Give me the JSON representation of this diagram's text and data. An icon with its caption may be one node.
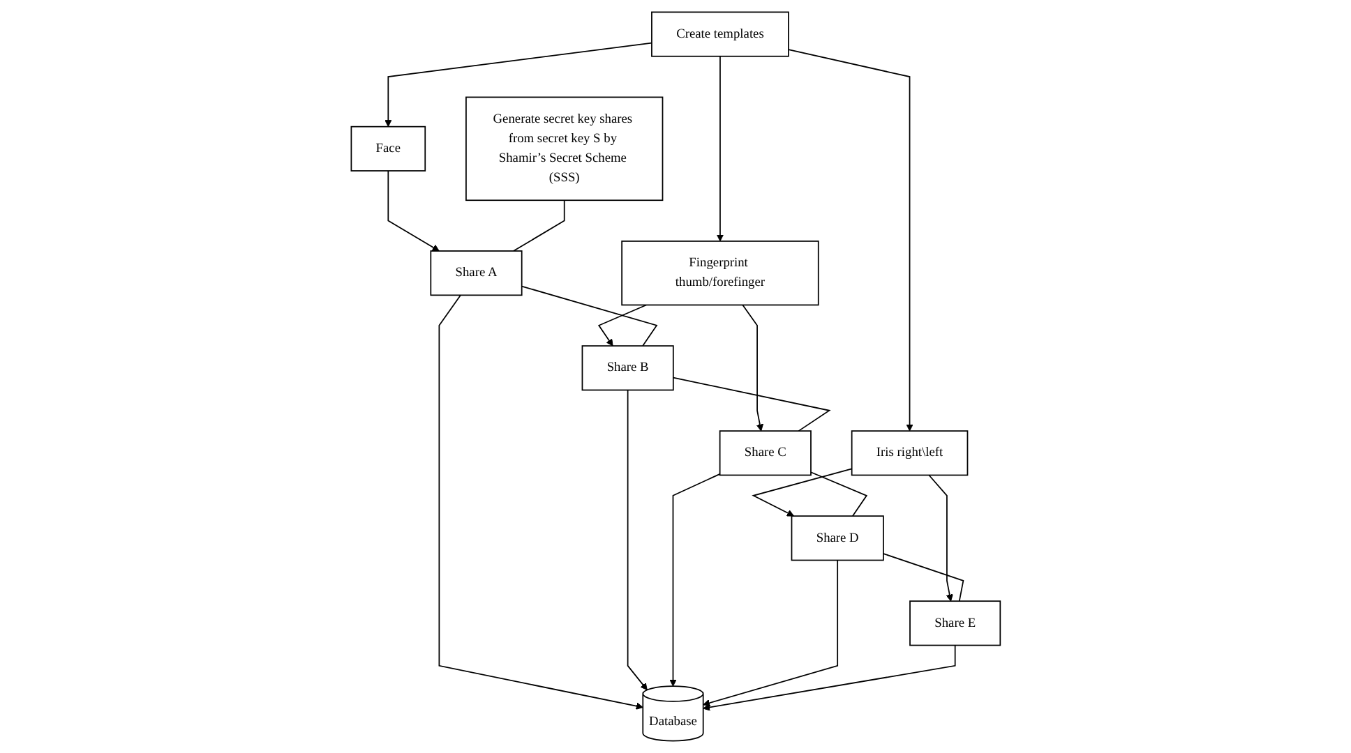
{
  "diagram": {
    "nodes": [
      {
        "text": [
          "Create templates"
        ]
      },
      {
        "text": [
          "Face"
        ]
      },
      {
        "text": [
          "Fingerprint thumb/forefinger"
        ]
      },
      {
        "text": [
          "Iris right\\left"
        ]
      },
      {
        "text": [
          "Generate secret key shares from secret key S by Shamir’s Secret Scheme (SSS)"
        ]
      },
      {
        "text": [
          "Share A"
        ]
      },
      {
        "text": [
          "Share B"
        ]
      },
      {
        "text": [
          "Share C"
        ]
      },
      {
        "text": [
          "Share D"
        ]
      },
      {
        "text": [
          "Share E"
        ]
      },
      {
        "text": [
          "Database"
        ]
      }
    ],
    "edges": [
      {
        "from": 0,
        "to": 1,
        "arrow": "to"
      },
      {
        "from": 0,
        "to": 2,
        "arrow": "to"
      },
      {
        "from": 0,
        "to": 3,
        "arrow": "to"
      },
      {
        "from": 1,
        "to": 5,
        "arrow": "to"
      },
      {
        "from": 2,
        "to": 6,
        "arrow": "to"
      },
      {
        "from": 2,
        "to": 7,
        "arrow": "to"
      },
      {
        "from": 3,
        "to": 8,
        "arrow": "to"
      },
      {
        "from": 3,
        "to": 9,
        "arrow": "to"
      },
      {
        "from": 4,
        "to": 5,
        "arrow": "none"
      },
      {
        "from": 5,
        "to": 6,
        "arrow": "none"
      },
      {
        "from": 6,
        "to": 7,
        "arrow": "none"
      },
      {
        "from": 7,
        "to": 8,
        "arrow": "none"
      },
      {
        "from": 8,
        "to": 9,
        "arrow": "none"
      },
      {
        "from": 5,
        "to": 10,
        "arrow": "to"
      },
      {
        "from": 6,
        "to": 10,
        "arrow": "to"
      },
      {
        "from": 7,
        "to": 10,
        "arrow": "to"
      },
      {
        "from": 8,
        "to": 10,
        "arrow": "to"
      },
      {
        "from": 9,
        "to": 10,
        "arrow": "to"
      }
    ]
  }
}
